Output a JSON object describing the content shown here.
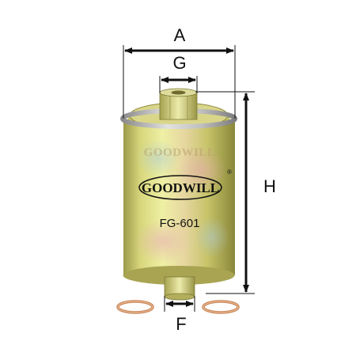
{
  "dimensions": {
    "a": "A",
    "g": "G",
    "h": "H",
    "f": "F"
  },
  "product": {
    "brand_watermark": "GOODWILL",
    "brand_logo": "GOODWILL",
    "registered_mark": "®",
    "model": "FG-601"
  },
  "colors": {
    "body_light": "#f0ef9a",
    "body_mid": "#c9c46a",
    "body_dark": "#8f8a3a",
    "metal": "#c8c8c8",
    "washer": "#c98a5a",
    "dimension_line": "#111111"
  }
}
